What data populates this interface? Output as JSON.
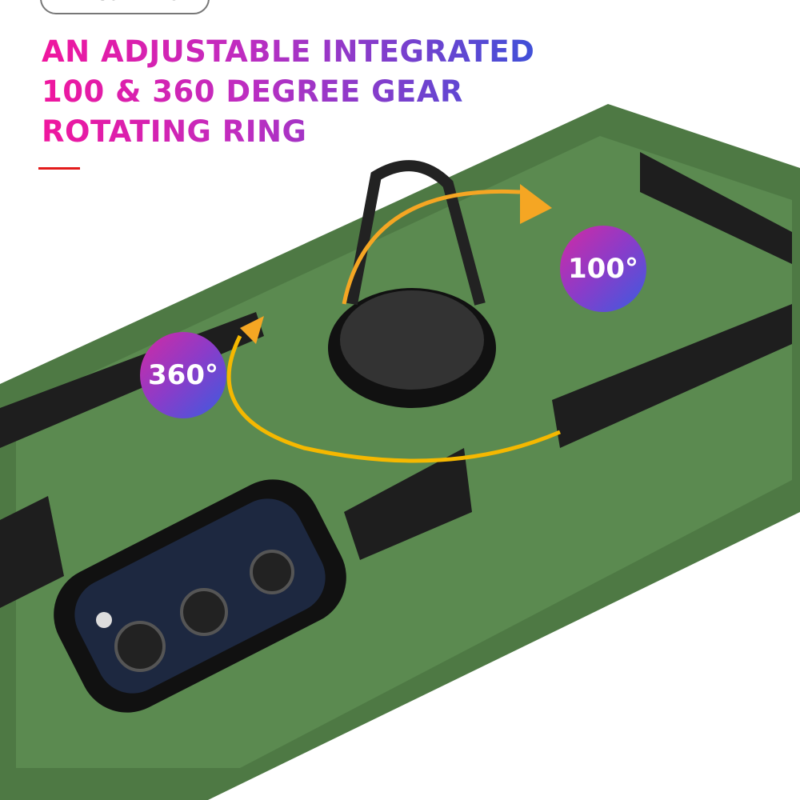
{
  "pill_label": "THE GUIDE DISK",
  "headline": [
    "AN ADJUSTABLE INTEGRATED",
    "100 & 360 DEGREE GEAR",
    "ROTATING RING"
  ],
  "badges": {
    "left": "360°",
    "right": "100°"
  },
  "colors": {
    "case_green": "#4f7a45",
    "accent_red": "#e31b1b",
    "arrow_orange": "#f5a623"
  }
}
